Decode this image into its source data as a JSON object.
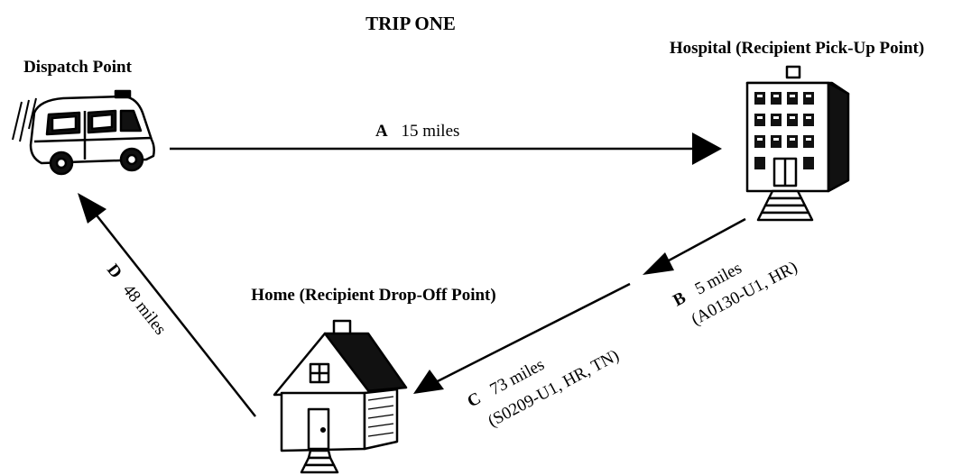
{
  "title": "TRIP ONE",
  "locations": {
    "dispatch": "Dispatch Point",
    "hospital": "Hospital (Recipient Pick-Up Point)",
    "home": "Home (Recipient Drop-Off Point)"
  },
  "legs": {
    "a": {
      "letter": "A",
      "distance": "15 miles"
    },
    "b": {
      "letter": "B",
      "distance": "5 miles",
      "codes": "(A0130-U1, HR)"
    },
    "c": {
      "letter": "C",
      "distance": "73 miles",
      "codes": "(S0209-U1, HR, TN)"
    },
    "d": {
      "letter": "D",
      "distance": "48 miles"
    }
  },
  "icons": {
    "dispatch": "ambulance-van-icon",
    "hospital": "hospital-building-icon",
    "home": "house-icon"
  }
}
